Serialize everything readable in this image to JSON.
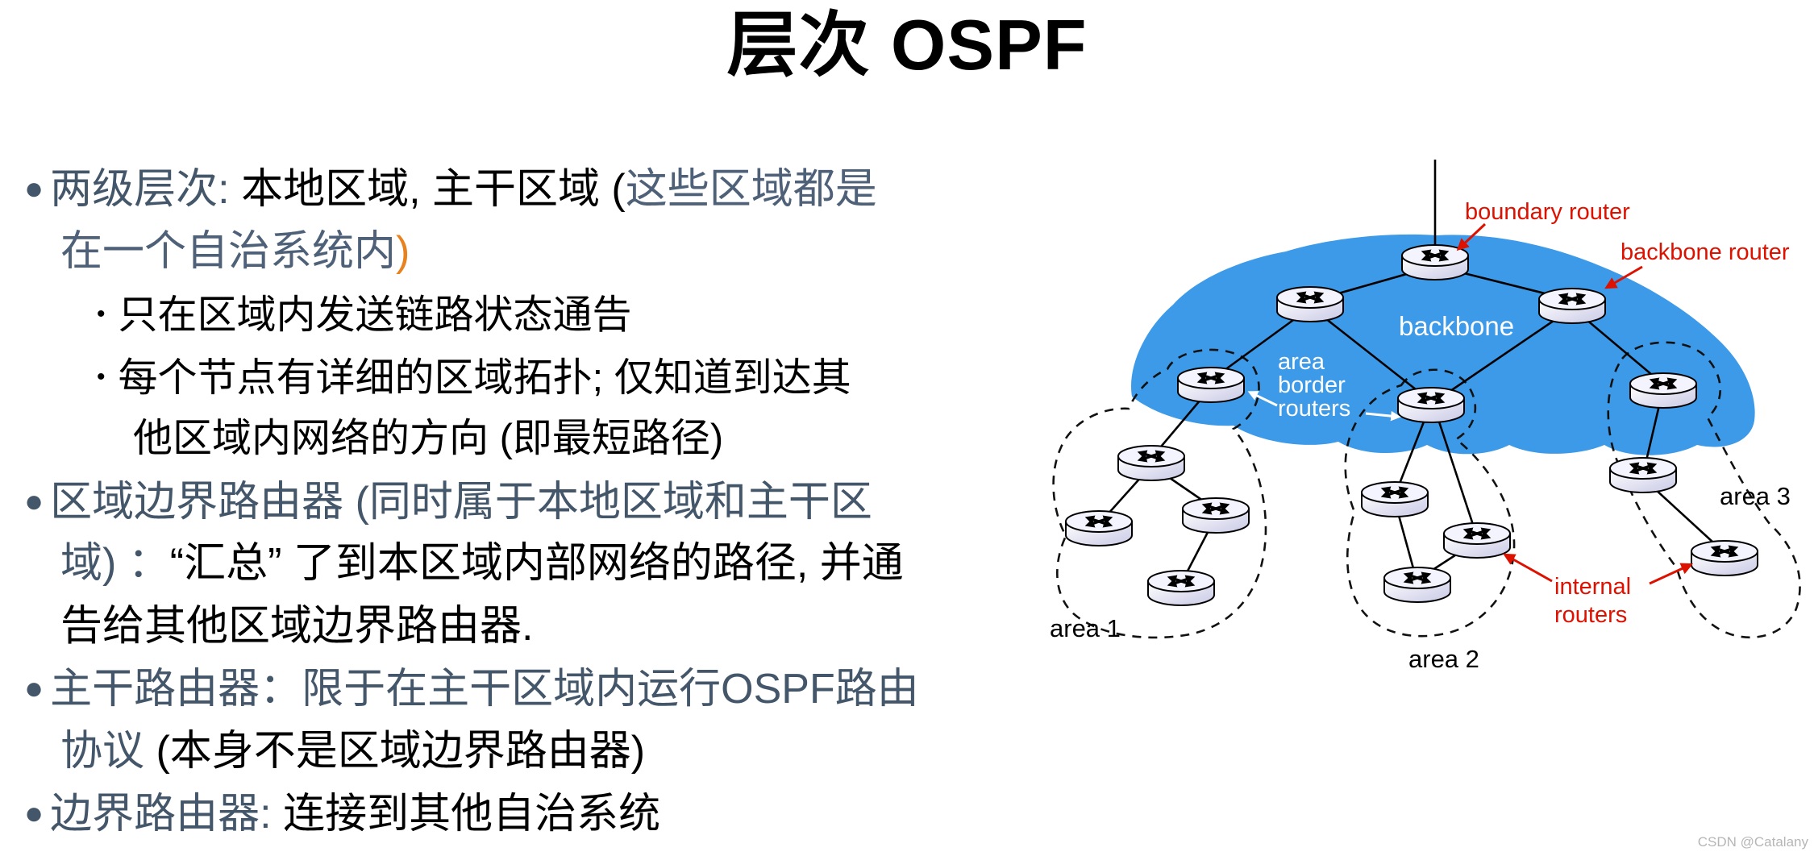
{
  "title": "层次 OSPF",
  "colors": {
    "heading_slate": "#44566a",
    "paren_slate": "#4e6178",
    "orange_paren": "#e8821e",
    "label_red": "#dd1100",
    "cloud_blue": "#3c9ae8",
    "watermark_gray": "#b6b6b6"
  },
  "lines": {
    "l1": {
      "m": "●",
      "s1": "两级层次: ",
      "s2": "本地区域, 主干区域 (",
      "s3": "这些区域都是"
    },
    "l2": {
      "s1": "在一个自治系统内",
      "s2": ")"
    },
    "l3": {
      "m": "•",
      "s1": "只在区域内发送链路状态通告"
    },
    "l4": {
      "m": "•",
      "s1": "每个节点有详细的区域拓扑; 仅知道到达其"
    },
    "l5": {
      "s1": "他区域内网络的方向 (即最短路径)"
    },
    "l6": {
      "m": "●",
      "s1": "区域边界路由器 (同时属于本地区域和主干区"
    },
    "l7": {
      "s1": "域) ：",
      "s2": "“汇总” 了到本区域内部网络的路径, 并通"
    },
    "l8": {
      "s1": "告给其他区域边界路由器."
    },
    "l9": {
      "m": "●",
      "s1": "主干路由器：限于在主干区域内运行OSPF路由"
    },
    "l10": {
      "s1": "协议 ",
      "s2": "(本身不是区域边界路由器)"
    },
    "l11": {
      "m": "●",
      "s1": "边界路由器: ",
      "s2": "连接到其他自治系统"
    }
  },
  "diagram": {
    "boundary_router_label": "boundary router",
    "backbone_router_label": "backbone router",
    "backbone_label": "backbone",
    "abr_line1": "area",
    "abr_line2": "border",
    "abr_line3": "routers",
    "internal_line1": "internal",
    "internal_line2": "routers",
    "area1_label": "area 1",
    "area2_label": "area 2",
    "area3_label": "area 3"
  },
  "watermark": "CSDN @Catalany"
}
